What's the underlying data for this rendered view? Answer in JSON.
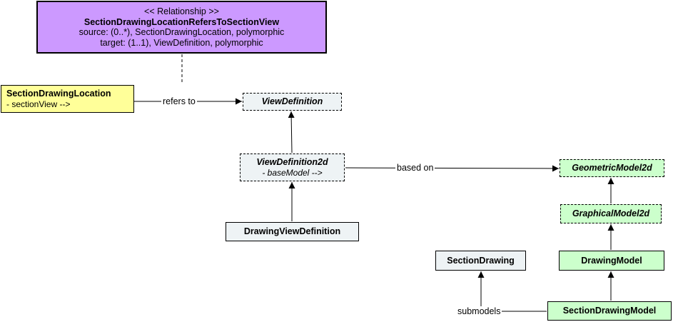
{
  "colors": {
    "relationship_fill": "#cc99ff",
    "highlight_fill": "#ffff99",
    "view_fill": "#eef3f5",
    "model_fill": "#ccffcc",
    "edge": "#000000"
  },
  "relationship": {
    "stereotype": "<< Relationship >>",
    "name": "SectionDrawingLocationRefersToSectionView",
    "source": "source: (0..*), SectionDrawingLocation, polymorphic",
    "target": "target: (1..1), ViewDefinition, polymorphic"
  },
  "nodes": {
    "section_drawing_location": {
      "title": "SectionDrawingLocation",
      "property": "- sectionView -->"
    },
    "view_definition": {
      "title": "ViewDefinition"
    },
    "view_definition_2d": {
      "title": "ViewDefinition2d",
      "property": "- baseModel -->"
    },
    "drawing_view_definition": {
      "title": "DrawingViewDefinition"
    },
    "geometric_model_2d": {
      "title": "GeometricModel2d"
    },
    "graphical_model_2d": {
      "title": "GraphicalModel2d"
    },
    "drawing_model": {
      "title": "DrawingModel"
    },
    "section_drawing": {
      "title": "SectionDrawing"
    },
    "section_drawing_model": {
      "title": "SectionDrawingModel"
    }
  },
  "edge_labels": {
    "refers_to": "refers to",
    "based_on": "based on",
    "submodels": "submodels"
  }
}
